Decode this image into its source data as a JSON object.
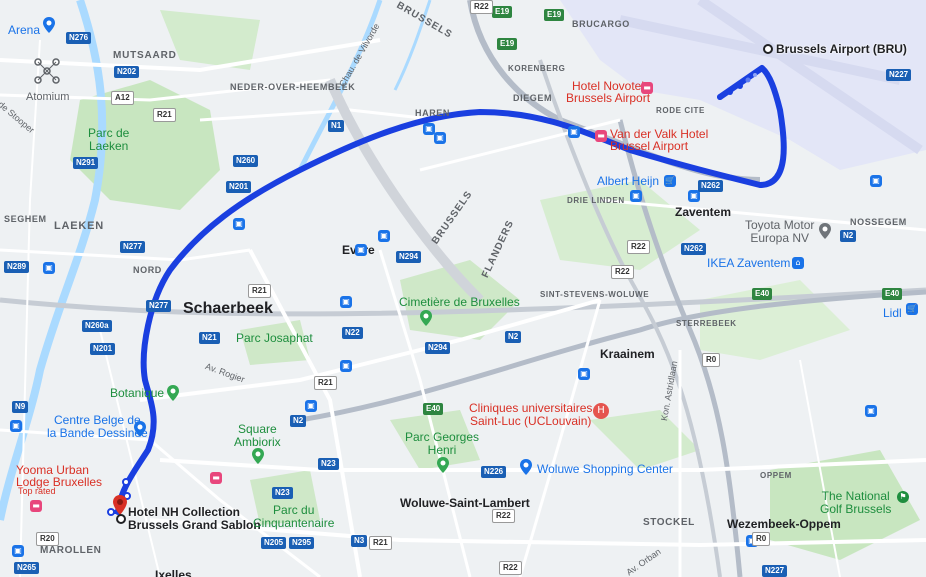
{
  "areas": {
    "arena": "Arena",
    "mutsaard": "MUTSAARD",
    "atomium": "Atomium",
    "de_stooper": "de Stooper",
    "neder": "NEDER-OVER-HEEMBEEK",
    "parc_laeken": "Parc de\nLaeken",
    "laeken": "LAEKEN",
    "seghem": "SEGHEM",
    "nord": "NORD",
    "schaerbeek": "Schaerbeek",
    "parc_josaphat": "Parc Josaphat",
    "evere": "Evere",
    "haren": "HAREN",
    "diegem": "DIEGEM",
    "korenberg": "KORENBERG",
    "brucargo": "BRUCARGO",
    "rode_cite": "RODE CITE",
    "drie_linden": "DRIE LINDEN",
    "zaventem": "Zaventem",
    "nossegem": "NOSSEGEM",
    "kraainem": "Kraainem",
    "sterrebeek": "STERREBEEK",
    "st_stevens": "SINT-STEVENS-WOLUWE",
    "woluwe": "Woluwe-Saint-Lambert",
    "stockel": "STOCKEL",
    "wezembeek": "Wezembeek-Oppem",
    "oppem": "OPPEM",
    "marollen": "MAROLLEN",
    "ixelles": "Ixelles",
    "botanique": "Botanique",
    "cbd": "Centre Belge de\nla Bande Dessinée",
    "square_ambiorix": "Square\nAmbiorix",
    "parc_cinquantenaire": "Parc du\nCinquantenaire",
    "parc_georges": "Parc Georges\nHenri",
    "cimetiere": "Cimetière de Bruxelles",
    "brussels_road": "BRUSSELS",
    "flanders_road": "FLANDERS",
    "brussels_top": "BRUSSELS",
    "chau_vilvorde": "Chau. de Vilvorde",
    "av_rogier": "Av. Rogier",
    "kon_astridlaan": "Kon. Astridlaan",
    "av_orban": "Av. Orban"
  },
  "pois": {
    "novotel": "Hotel Novotel\nBrussels Airport",
    "van_der_valk": "Van der Valk Hotel\nBrussel Airport",
    "albert_heijn": "Albert Heijn",
    "toyota": "Toyota Motor\nEuropa NV",
    "ikea": "IKEA Zaventem",
    "lidl": "Lidl",
    "cliniques": "Cliniques universitaires\nSaint-Luc (UCLouvain)",
    "woluwe_sc": "Woluwe Shopping Center",
    "golf": "The National\nGolf Brussels",
    "yooma": "Yooma Urban\nLodge Bruxelles",
    "yooma_sub": "Top rated"
  },
  "markers": {
    "origin": "Hotel NH Collection\nBrussels Grand Sablon",
    "destination": "Brussels Airport (BRU)"
  },
  "roads": {
    "n276": "N276",
    "n202": "N202",
    "a12": "A12",
    "r21a": "R21",
    "n291": "N291",
    "n260": "N260",
    "n201a": "N201",
    "n1": "N1",
    "e19a": "E19",
    "e19b": "E19",
    "e19c": "E19",
    "r22a": "R22",
    "n227a": "N227",
    "n262a": "N262",
    "n262b": "N262",
    "n2a": "N2",
    "n277a": "N277",
    "n277b": "N277",
    "n289": "N289",
    "n260a": "N260a",
    "n201b": "N201",
    "r21b": "R21",
    "n294a": "N294",
    "n294b": "N294",
    "n21": "N21",
    "n22": "N22",
    "r22b": "R22",
    "r22c": "R22",
    "e40a": "E40",
    "e40b": "E40",
    "e40c": "E40",
    "n2b": "N2",
    "n2c": "N2",
    "r21c": "R21",
    "n9": "N9",
    "n23a": "N23",
    "n23b": "N23",
    "n226": "N226",
    "r0a": "R0",
    "r0b": "R0",
    "r20": "R20",
    "n265": "N265",
    "n205": "N205",
    "n295": "N295",
    "n3": "N3",
    "r21d": "R21",
    "r22d": "R22",
    "n227b": "N227",
    "r22e": "R22"
  },
  "colors": {
    "route": "#1a3fe0",
    "water": "#aadaff",
    "park": "#c8e6c0",
    "airport": "#e3e6f7",
    "road": "#ffffff",
    "highway": "#b4bcc8"
  }
}
